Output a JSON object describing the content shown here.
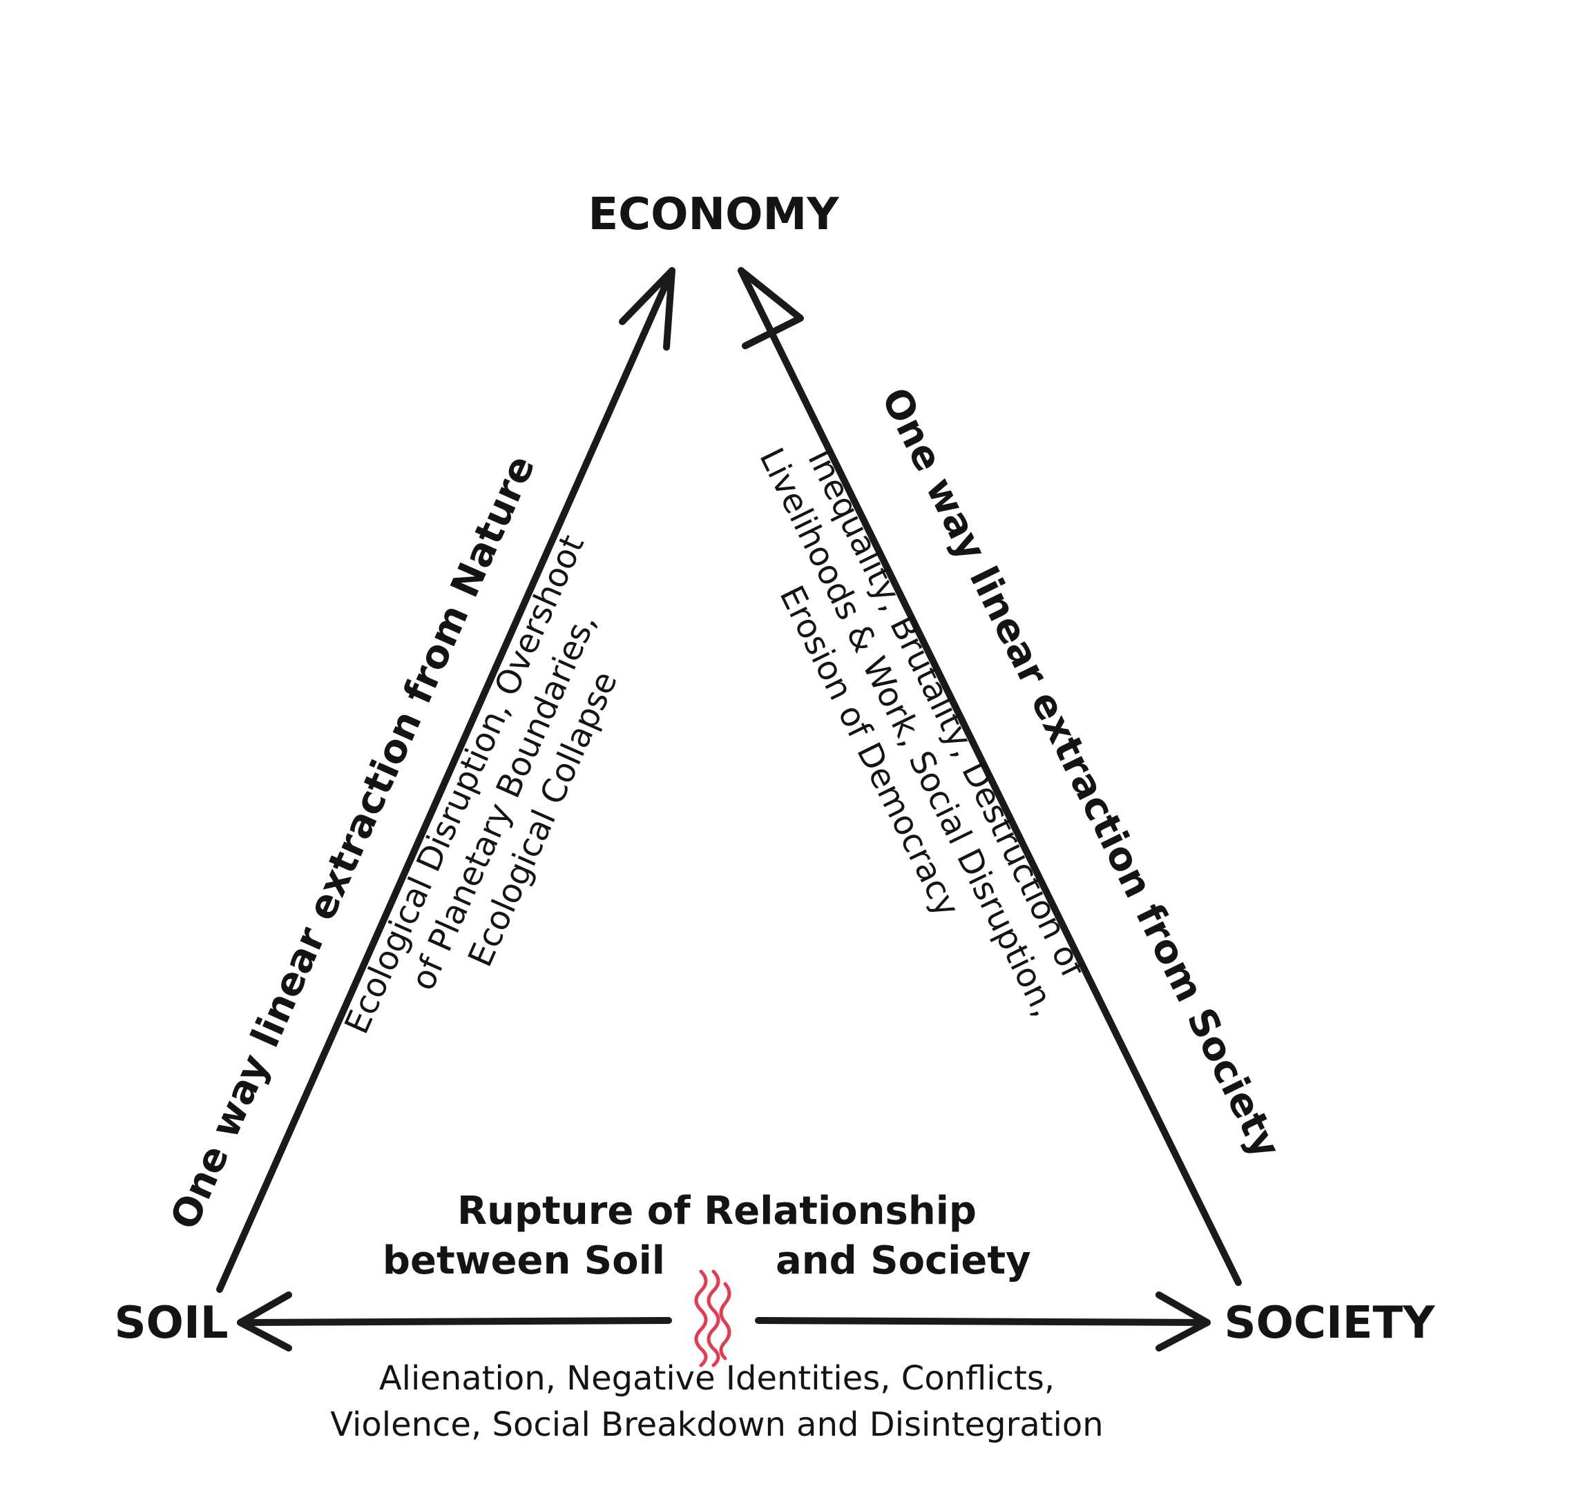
{
  "nodes": {
    "economy": "ECONOMY",
    "soil": "SOIL",
    "society": "SOCIETY"
  },
  "left_edge": {
    "label": "One way linear extraction from Nature",
    "impacts": [
      "Ecological Disruption, Overshoot",
      "of Planetary Boundaries,",
      "Ecological Collapse"
    ]
  },
  "right_edge": {
    "label": "One way linear extraction from Society",
    "impacts": [
      "Inequality, Brutality, Destruction of",
      "Livelihoods & Work, Social Disruption,",
      "Erosion of Democracy"
    ]
  },
  "bottom_edge": {
    "title_line1": "Rupture of Relationship",
    "title_line2_left": "between Soil",
    "title_line2_right": "and Society",
    "impacts": [
      "Alienation, Negative Identities, Conflicts,",
      "Violence, Social Breakdown and Disintegration"
    ]
  },
  "colors": {
    "line": "#1a1a1a",
    "rupture": "#e83a4e"
  }
}
